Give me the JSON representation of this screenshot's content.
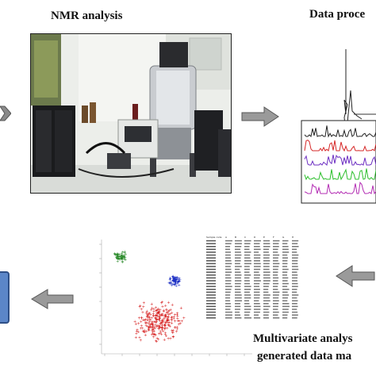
{
  "titles": {
    "nmr": "NMR analysis",
    "processing": "Data proce",
    "multivariate_line1": "Multivariate analys",
    "multivariate_line2": "generated data ma"
  },
  "colors": {
    "arrow_gray": "#8a8a8a",
    "cluster_green": "#2a8a2a",
    "cluster_blue": "#1c2fc4",
    "cluster_red": "#d62020",
    "result_box": "#5b86c8"
  },
  "spectra": {
    "line_colors": [
      "#222222",
      "#d62828",
      "#6d2fc2",
      "#2dbf2d",
      "#b32cb3"
    ]
  },
  "matrix_header": [
    "Sample code",
    "A",
    "B",
    "C",
    "D",
    "E",
    "F",
    "G",
    "H"
  ]
}
